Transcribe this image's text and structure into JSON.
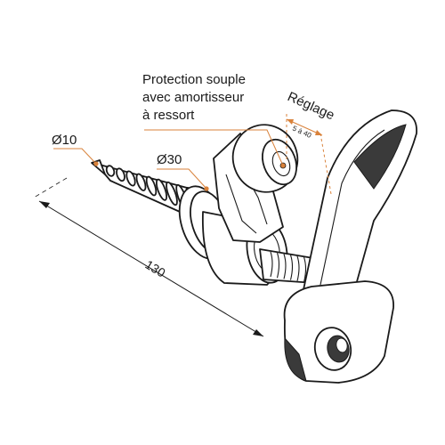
{
  "labels": {
    "protection": [
      "Protection souple",
      "avec amortisseur",
      "à ressort"
    ],
    "reglage": "Réglage",
    "reglage_range": "5 à 40",
    "diam10": "Ø10",
    "diam30": "Ø30",
    "length": "130"
  },
  "colors": {
    "leader": "#d9823b",
    "ink": "#1a1a1a"
  }
}
